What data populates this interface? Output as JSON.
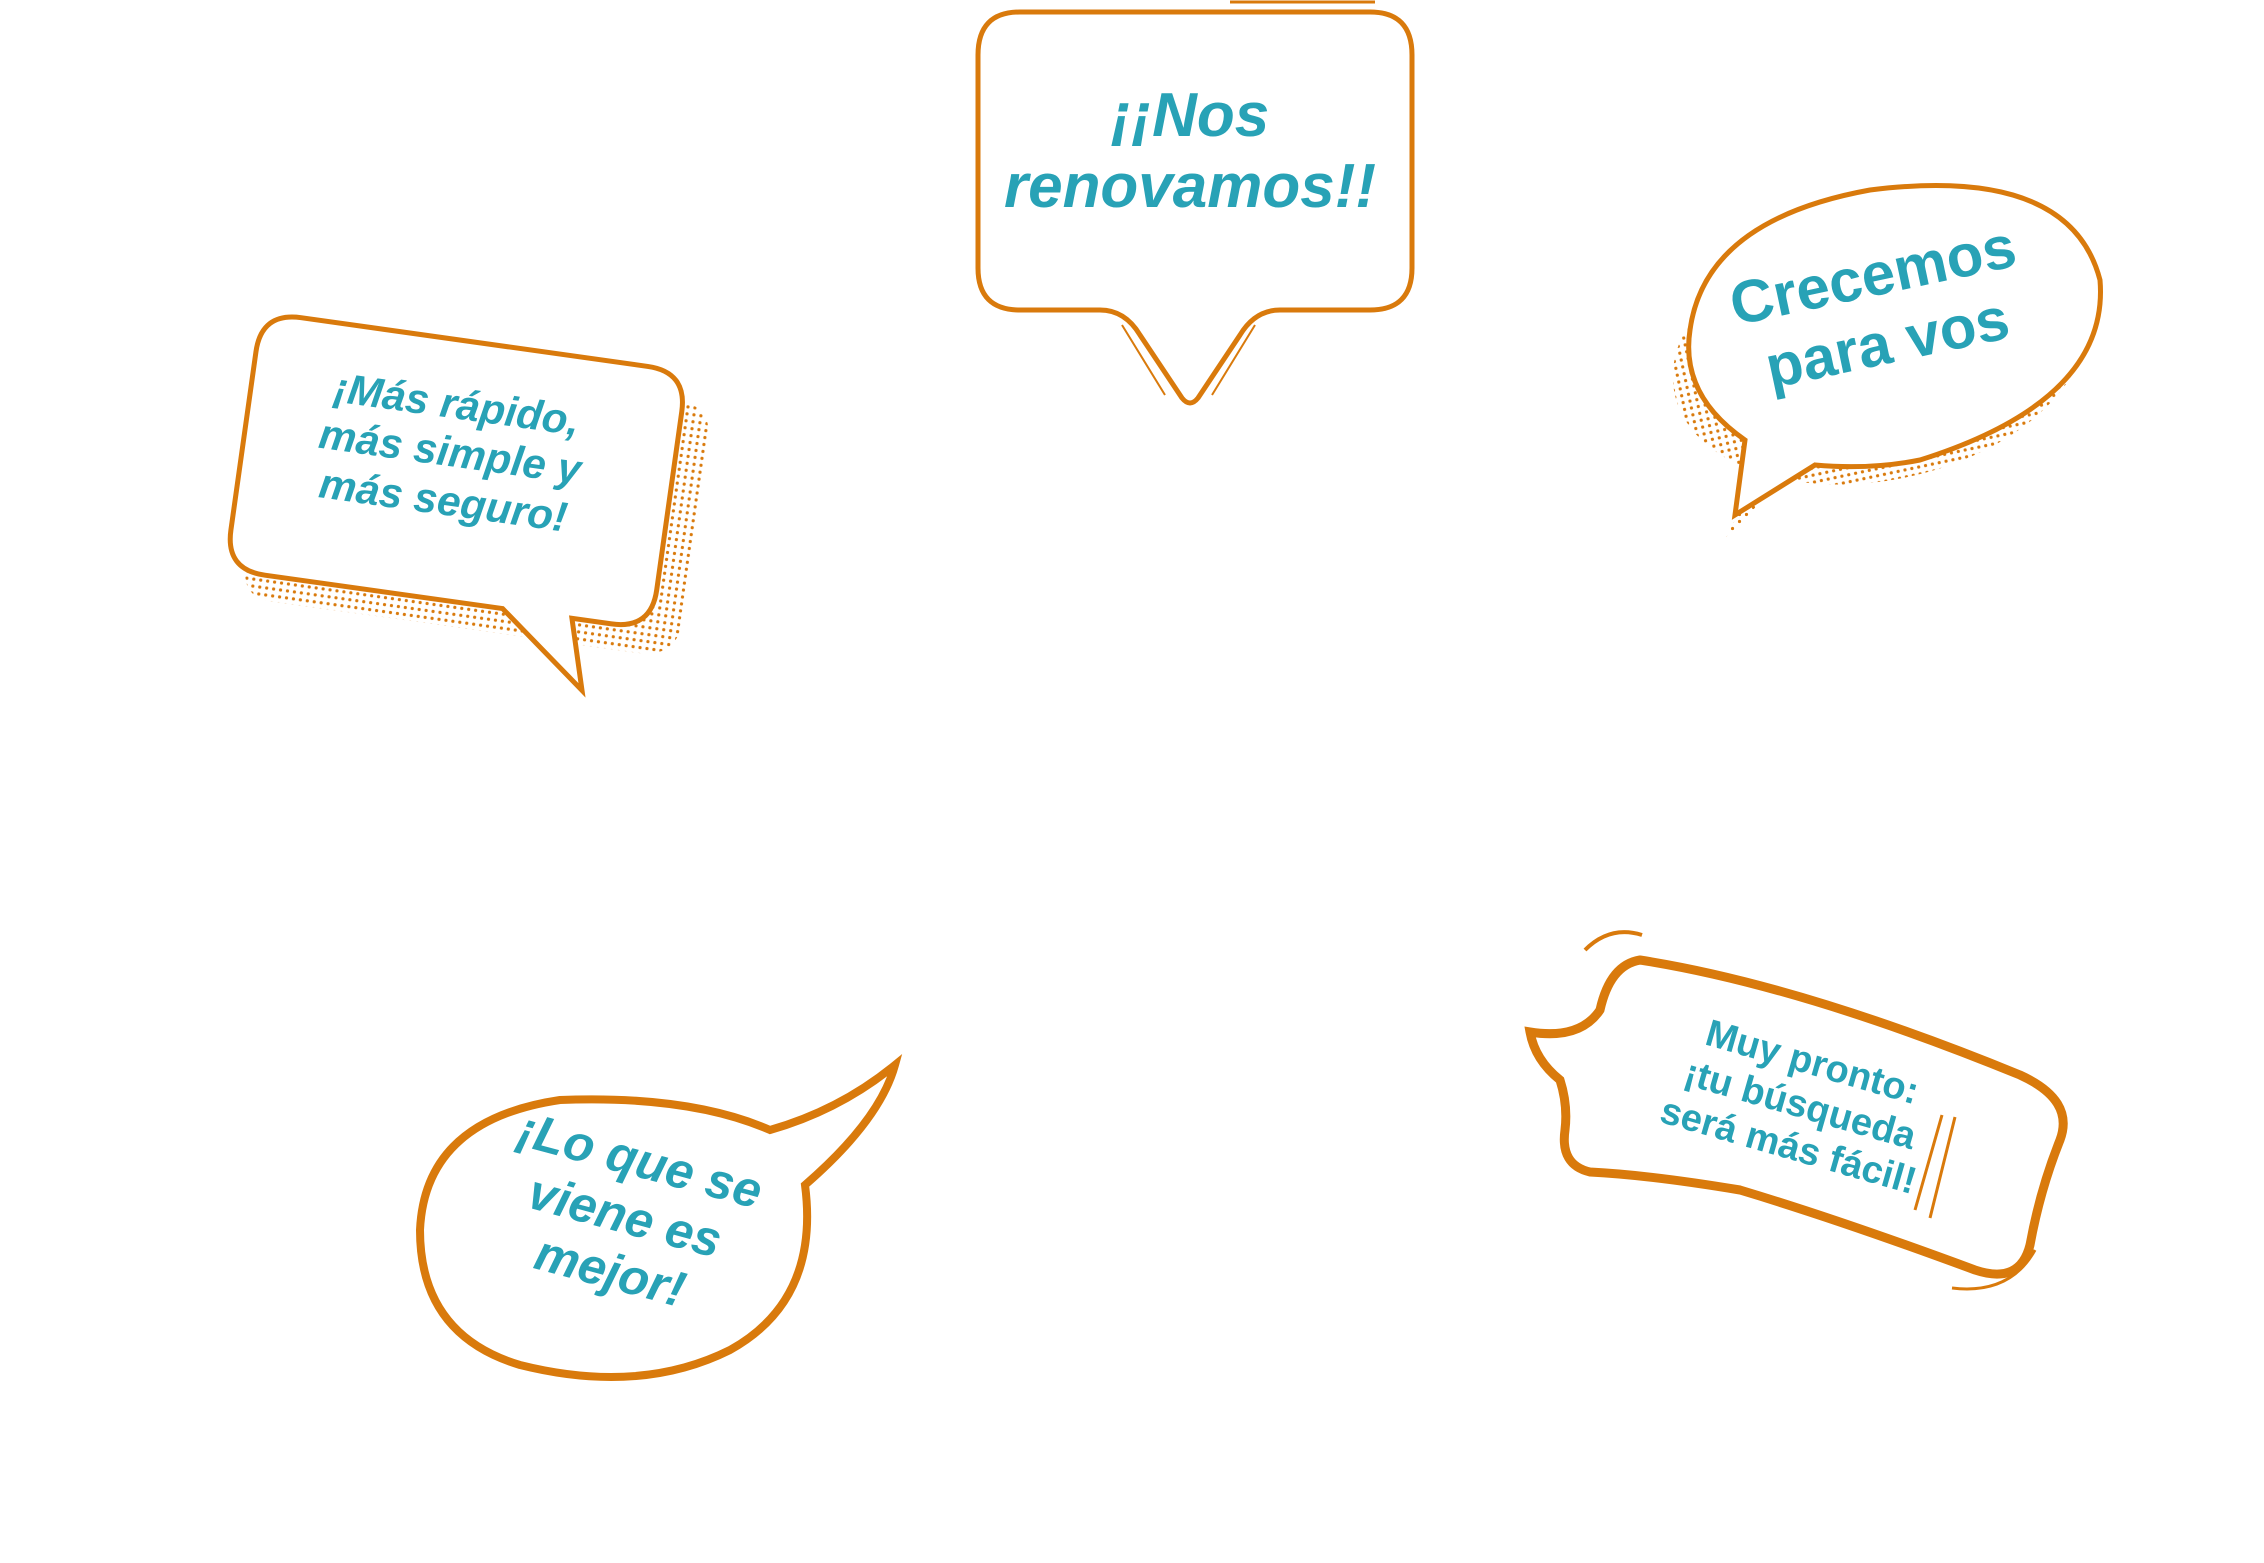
{
  "colors": {
    "outline": "#d97a0c",
    "text": "#28a2b6",
    "background": "#ffffff"
  },
  "bubbles": [
    {
      "lines": [
        "¡¡Nos",
        "renovamos!!"
      ]
    },
    {
      "lines": [
        "¡Más rápido,",
        "más simple y",
        "más seguro!"
      ]
    },
    {
      "lines": [
        "Crecemos",
        "para vos"
      ]
    },
    {
      "lines": [
        "¡Lo que se",
        "viene es",
        "mejor!"
      ]
    },
    {
      "lines": [
        "Muy pronto:",
        "¡tu búsqueda",
        "será más fácil!"
      ]
    }
  ]
}
